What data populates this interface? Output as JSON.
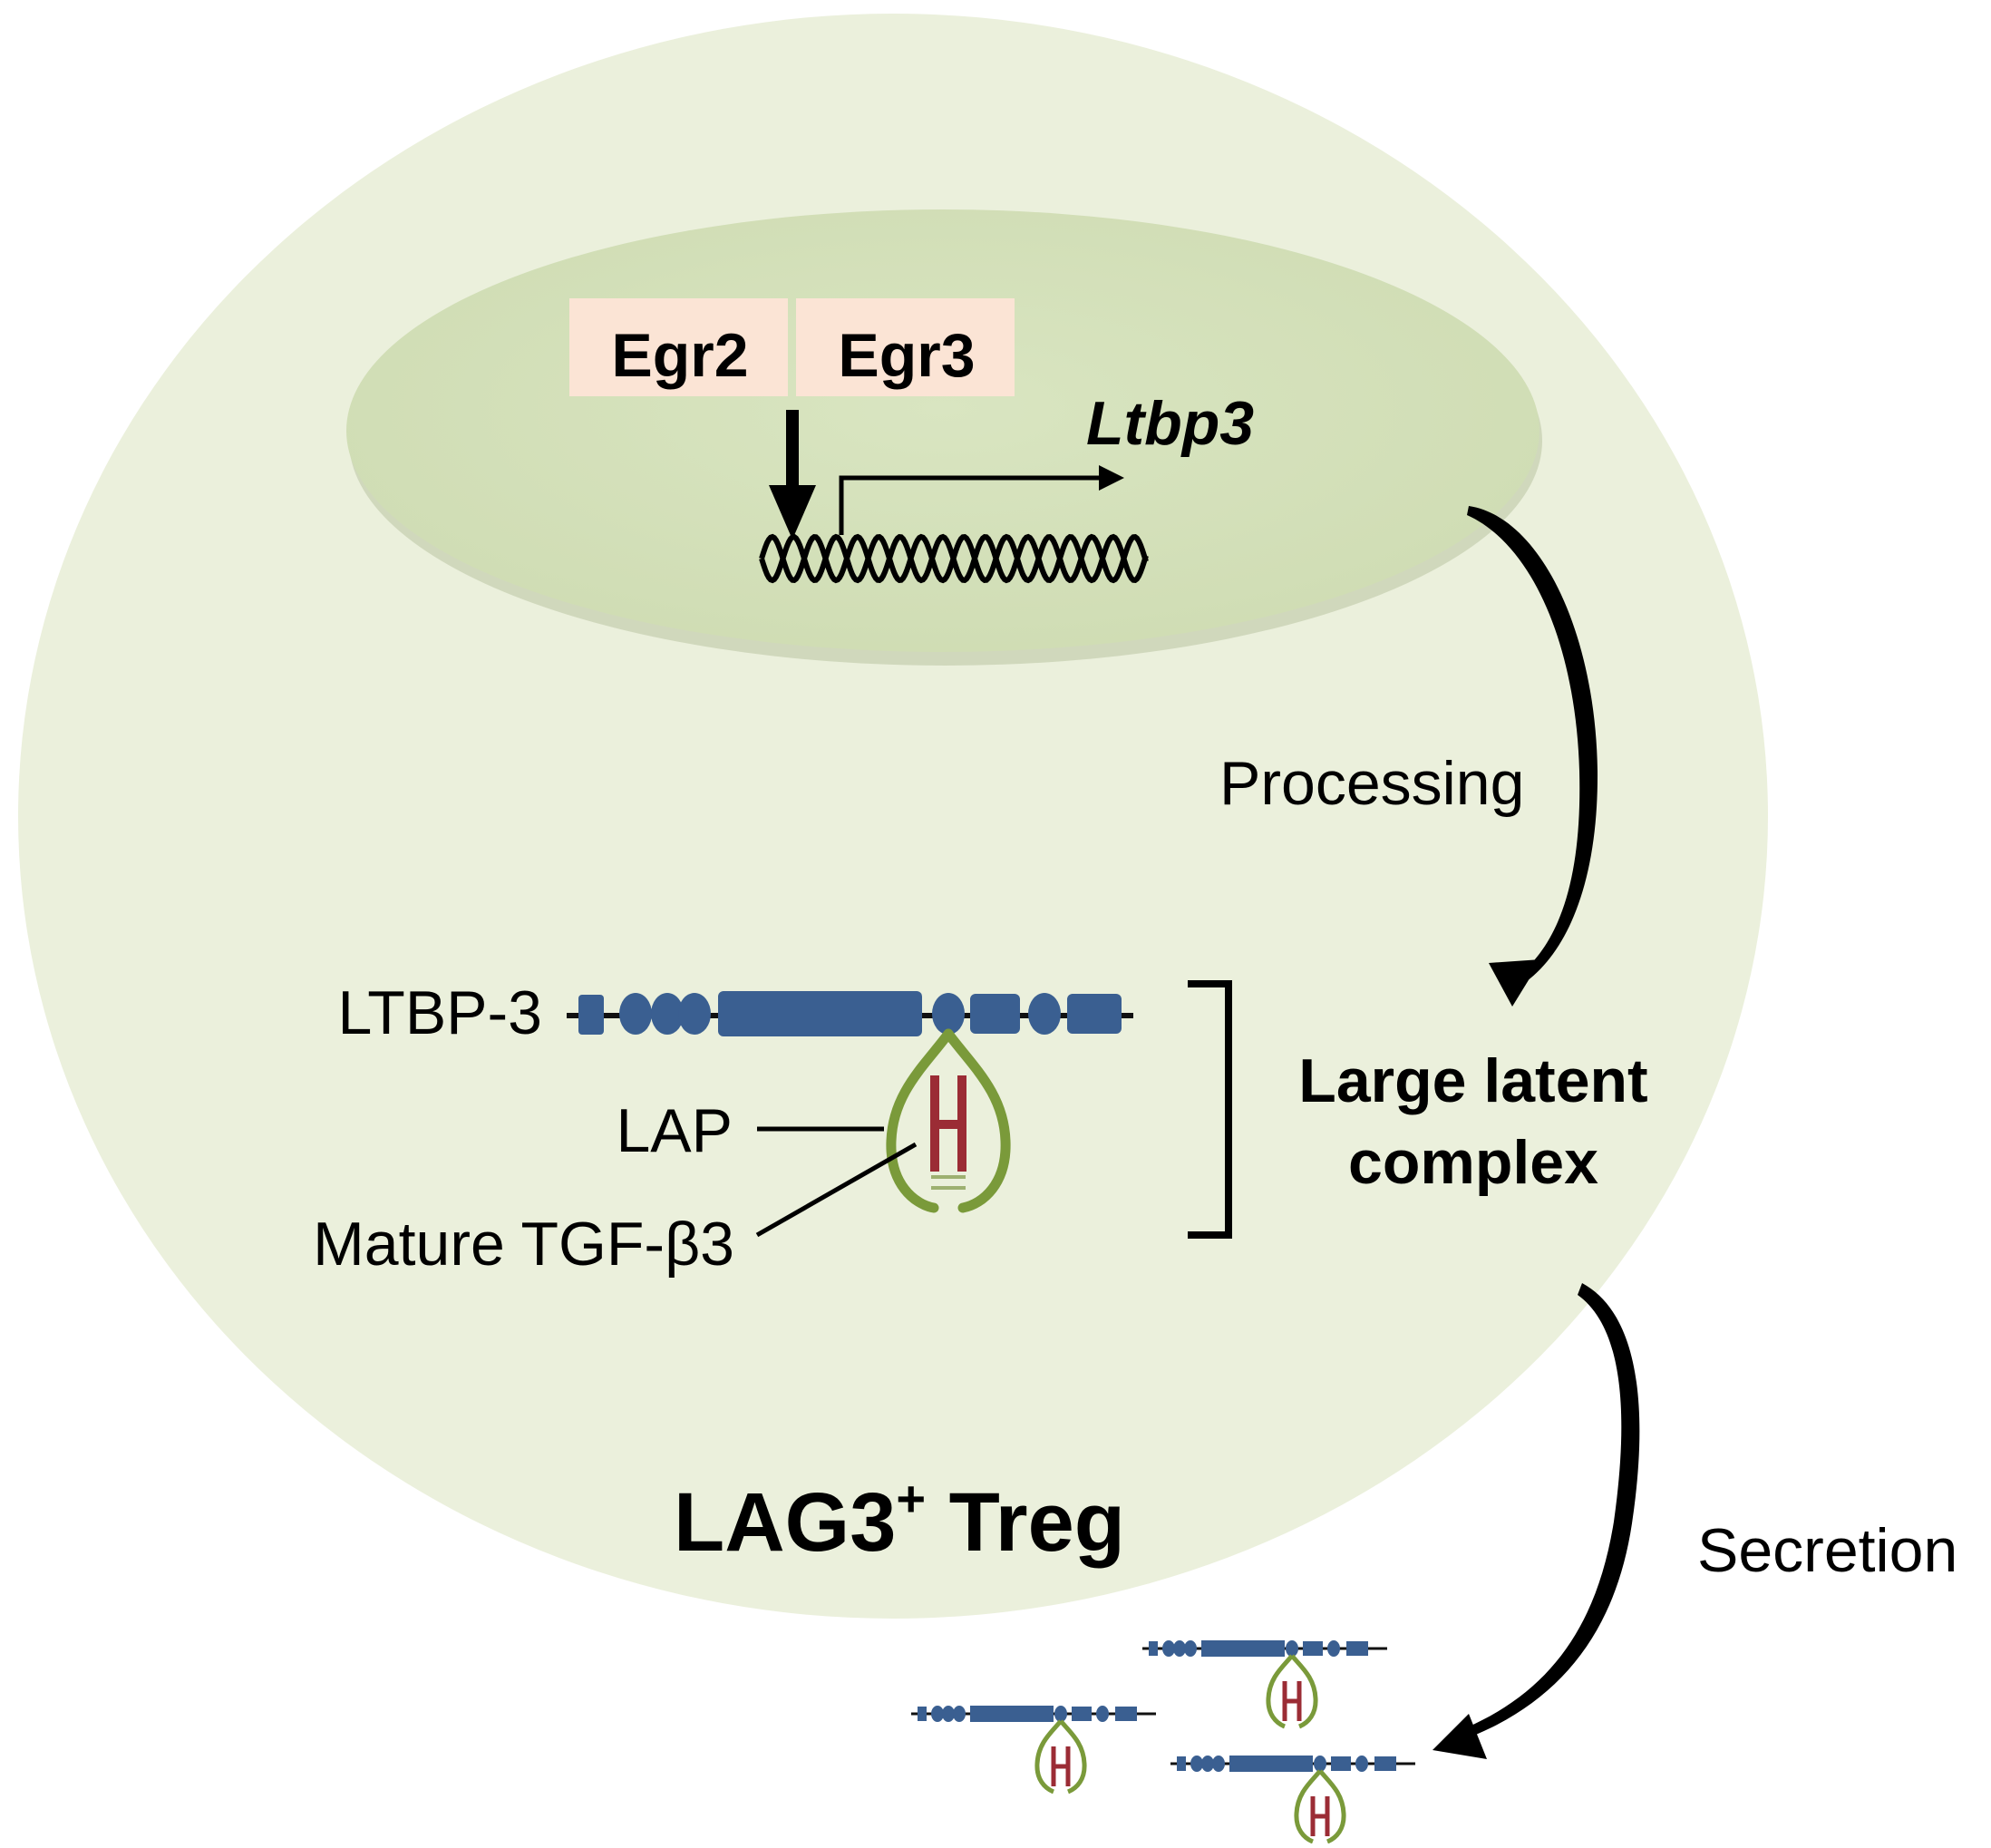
{
  "nucleus": {
    "factor_1": "Egr2",
    "factor_2": "Egr3",
    "gene": "Ltbp3"
  },
  "steps": {
    "processing": "Processing",
    "secretion": "Secretion"
  },
  "complex": {
    "ltbp_label": "LTBP-3",
    "lap_label": "LAP",
    "mature_label": "Mature TGF-β3",
    "bracket_line_1": "Large latent",
    "bracket_line_2": "complex"
  },
  "cell": {
    "name_main": "LAG3",
    "name_superscript": "+",
    "name_suffix": " Treg"
  },
  "colors": {
    "cell_fill": "#ebf0dc",
    "nucleus_fill": "#d6e3bd",
    "factor_box_fill": "#fbe4d5",
    "ltbp_blue": "#3a5f91",
    "lap_green": "#7a9a3a",
    "tgf_red": "#9b2c35"
  }
}
